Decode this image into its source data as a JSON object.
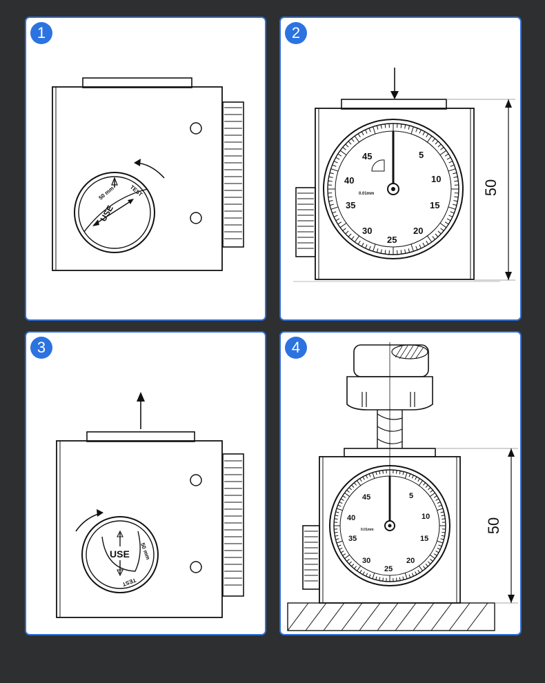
{
  "panels": [
    {
      "id": 1,
      "step": "1"
    },
    {
      "id": 2,
      "step": "2"
    },
    {
      "id": 3,
      "step": "3"
    },
    {
      "id": 4,
      "step": "4"
    }
  ],
  "selector_knob": {
    "label_mm": "50 mm",
    "label_test": "TEST",
    "label_use": "USE"
  },
  "dial": {
    "numbers": [
      "45",
      "5",
      "40",
      "10",
      "35",
      "15",
      "30",
      "20",
      "25"
    ],
    "small_marks": [
      "5",
      "45",
      "10",
      "40",
      "15",
      "35",
      "20",
      "30"
    ],
    "resolution_label": "0.01mm"
  },
  "dimension": {
    "value": "50"
  }
}
